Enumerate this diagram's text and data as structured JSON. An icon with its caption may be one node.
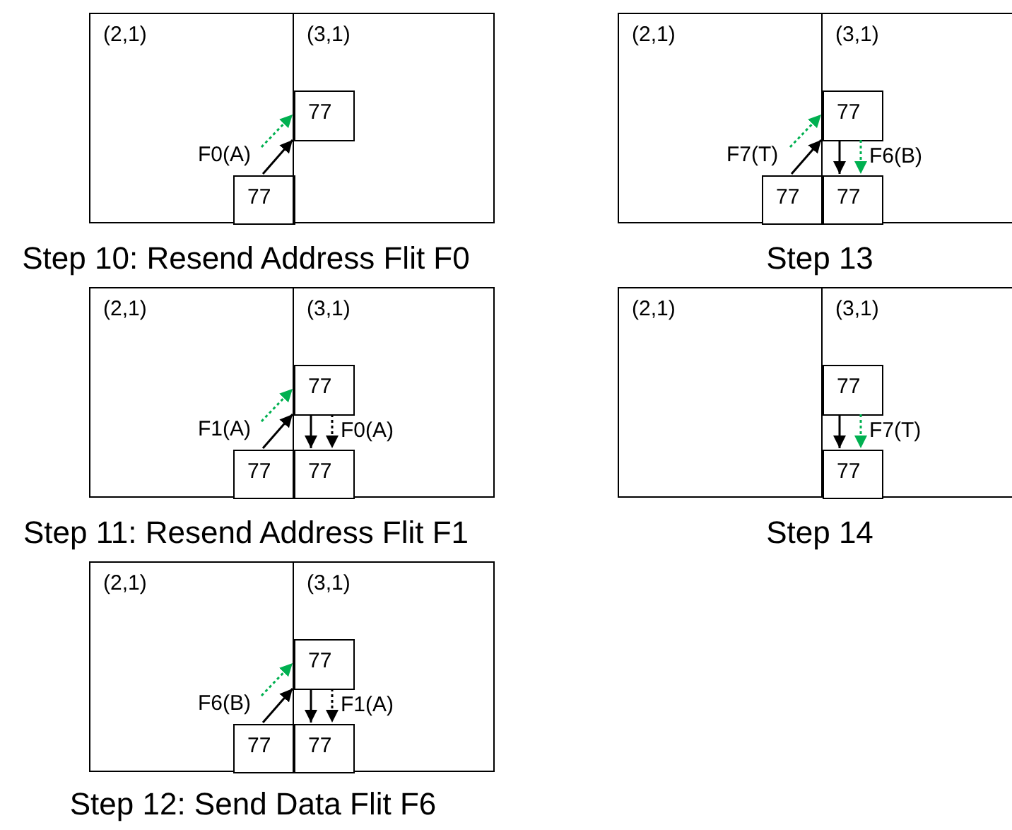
{
  "diagram": {
    "nodes": [
      {
        "text": [
          "(2,1)"
        ]
      },
      {
        "text": [
          "(3,1)"
        ]
      },
      {
        "text": [
          "77"
        ],
        "in": 1
      },
      {
        "text": [
          "77"
        ],
        "in": 0
      },
      {
        "text": [
          "(2,1)"
        ]
      },
      {
        "text": [
          "(3,1)"
        ]
      },
      {
        "text": [
          "77"
        ],
        "in": 5
      },
      {
        "text": [
          "77"
        ],
        "in": 4
      },
      {
        "text": [
          "77"
        ],
        "in": 5
      },
      {
        "text": [
          "(2,1)"
        ]
      },
      {
        "text": [
          "(3,1)"
        ]
      },
      {
        "text": [
          "77"
        ],
        "in": 10
      },
      {
        "text": [
          "77"
        ],
        "in": 9
      },
      {
        "text": [
          "77"
        ],
        "in": 10
      },
      {
        "text": [
          "(2,1)"
        ]
      },
      {
        "text": [
          "(3,1)"
        ]
      },
      {
        "text": [
          "77"
        ],
        "in": 15
      },
      {
        "text": [
          "77"
        ],
        "in": 15
      },
      {
        "text": [
          "(2,1)"
        ]
      },
      {
        "text": [
          "(3,1)"
        ]
      },
      {
        "text": [
          "77"
        ],
        "in": 19
      },
      {
        "text": [
          "77"
        ],
        "in": 18
      },
      {
        "text": [
          "77"
        ],
        "in": 19
      }
    ],
    "edges": [
      {
        "from": 3,
        "to": 2,
        "arrow": "to",
        "label": "F0(A)"
      },
      {
        "from": null,
        "to": 2,
        "arrow": "to",
        "style": "dashed",
        "color": "#00b050"
      },
      {
        "from": 7,
        "to": 6,
        "arrow": "to",
        "label": "F7(T)"
      },
      {
        "from": null,
        "to": 6,
        "arrow": "to",
        "style": "dashed",
        "color": "#00b050"
      },
      {
        "from": 6,
        "to": 8,
        "arrow": "to"
      },
      {
        "from": 6,
        "to": 8,
        "arrow": "to",
        "style": "dashed",
        "color": "#00b050",
        "label": "F6(B)"
      },
      {
        "from": 12,
        "to": 11,
        "arrow": "to",
        "label": "F1(A)"
      },
      {
        "from": null,
        "to": 11,
        "arrow": "to",
        "style": "dashed",
        "color": "#00b050"
      },
      {
        "from": 11,
        "to": 13,
        "arrow": "to"
      },
      {
        "from": 11,
        "to": 13,
        "arrow": "to",
        "style": "dashed",
        "label": "F0(A)"
      },
      {
        "from": 16,
        "to": 17,
        "arrow": "to"
      },
      {
        "from": 16,
        "to": 17,
        "arrow": "to",
        "style": "dashed",
        "color": "#00b050",
        "label": "F7(T)"
      },
      {
        "from": 21,
        "to": 20,
        "arrow": "to",
        "label": "F6(B)"
      },
      {
        "from": null,
        "to": 20,
        "arrow": "to",
        "style": "dashed",
        "color": "#00b050"
      },
      {
        "from": 20,
        "to": 22,
        "arrow": "to"
      },
      {
        "from": 20,
        "to": 22,
        "arrow": "to",
        "style": "dashed",
        "label": "F1(A)"
      }
    ],
    "labels": [
      "Step 10: Resend Address Flit F0",
      "Step 13",
      "Step 11: Resend Address Flit F1",
      "Step 14",
      "Step 12: Send Data Flit F6"
    ]
  }
}
